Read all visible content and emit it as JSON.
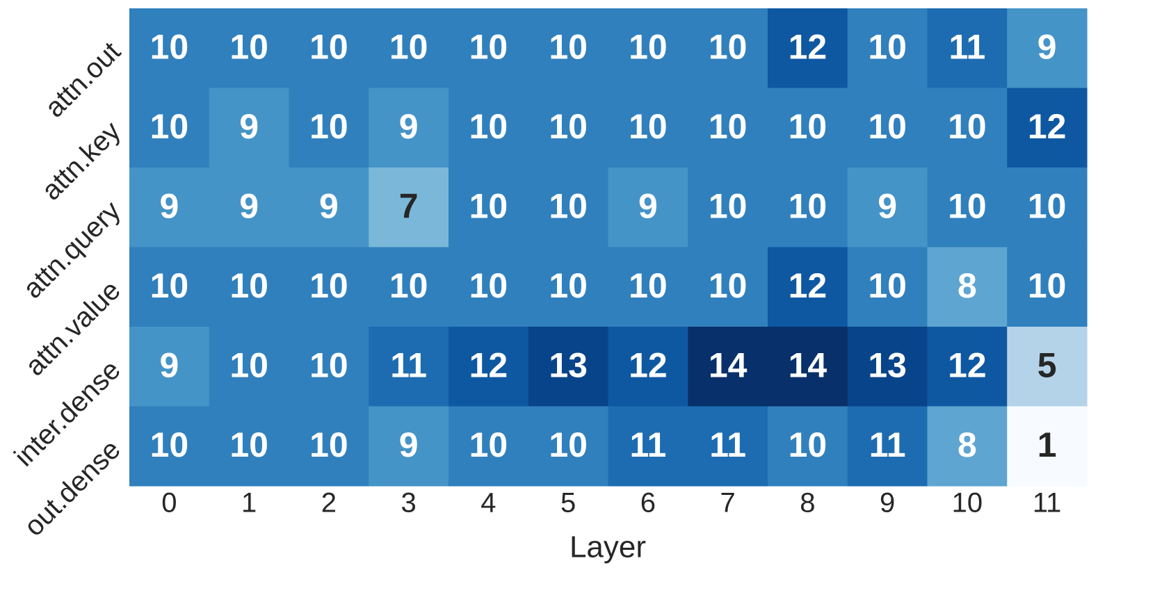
{
  "chart_data": {
    "type": "heatmap",
    "title": "",
    "xlabel": "Layer",
    "ylabel": "",
    "x_categories": [
      "0",
      "1",
      "2",
      "3",
      "4",
      "5",
      "6",
      "7",
      "8",
      "9",
      "10",
      "11"
    ],
    "y_categories": [
      "attn.out",
      "attn.key",
      "attn.query",
      "attn.value",
      "inter.dense",
      "out.dense"
    ],
    "values": [
      [
        10,
        10,
        10,
        10,
        10,
        10,
        10,
        10,
        12,
        10,
        11,
        9
      ],
      [
        10,
        9,
        10,
        9,
        10,
        10,
        10,
        10,
        10,
        10,
        10,
        12
      ],
      [
        9,
        9,
        9,
        7,
        10,
        10,
        9,
        10,
        10,
        9,
        10,
        10
      ],
      [
        10,
        10,
        10,
        10,
        10,
        10,
        10,
        10,
        12,
        10,
        8,
        10
      ],
      [
        9,
        10,
        10,
        11,
        12,
        13,
        12,
        14,
        14,
        13,
        12,
        5
      ],
      [
        10,
        10,
        10,
        9,
        10,
        10,
        11,
        11,
        10,
        11,
        8,
        1
      ]
    ],
    "colormap": "Blues",
    "value_range": [
      1,
      14
    ],
    "annotations": true,
    "text_color_light": "#ffffff",
    "text_color_dark": "#262626",
    "grid": false
  }
}
